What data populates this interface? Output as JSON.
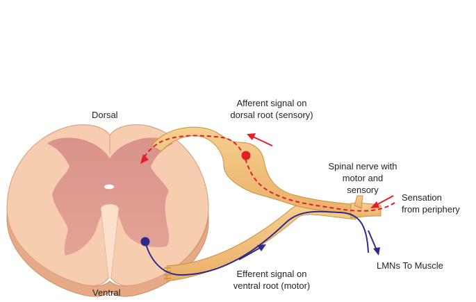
{
  "labels": {
    "dorsal": "Dorsal",
    "ventral": "Ventral",
    "afferent_line1": "Afferent signal on",
    "afferent_line2": "dorsal root (sensory)",
    "spinal_line1": "Spinal nerve with",
    "spinal_line2": "motor and",
    "spinal_line3": "sensory",
    "sensation_line1": "Sensation",
    "sensation_line2": "from periphery",
    "lmn": "LMNs To Muscle",
    "efferent_line1": "Efferent signal on",
    "efferent_line2": "ventral root (motor)"
  },
  "colors": {
    "white_matter": "#f7cdb0",
    "white_matter_edge": "#d9a584",
    "gray_matter": "#d98f86",
    "cord_side": "#e6ab86",
    "nerve": "#f3c27c",
    "nerve_edge": "#c98f3d",
    "sensory_signal": "#e21e26",
    "motor_signal": "#2e2a8c",
    "text": "#231f20"
  }
}
